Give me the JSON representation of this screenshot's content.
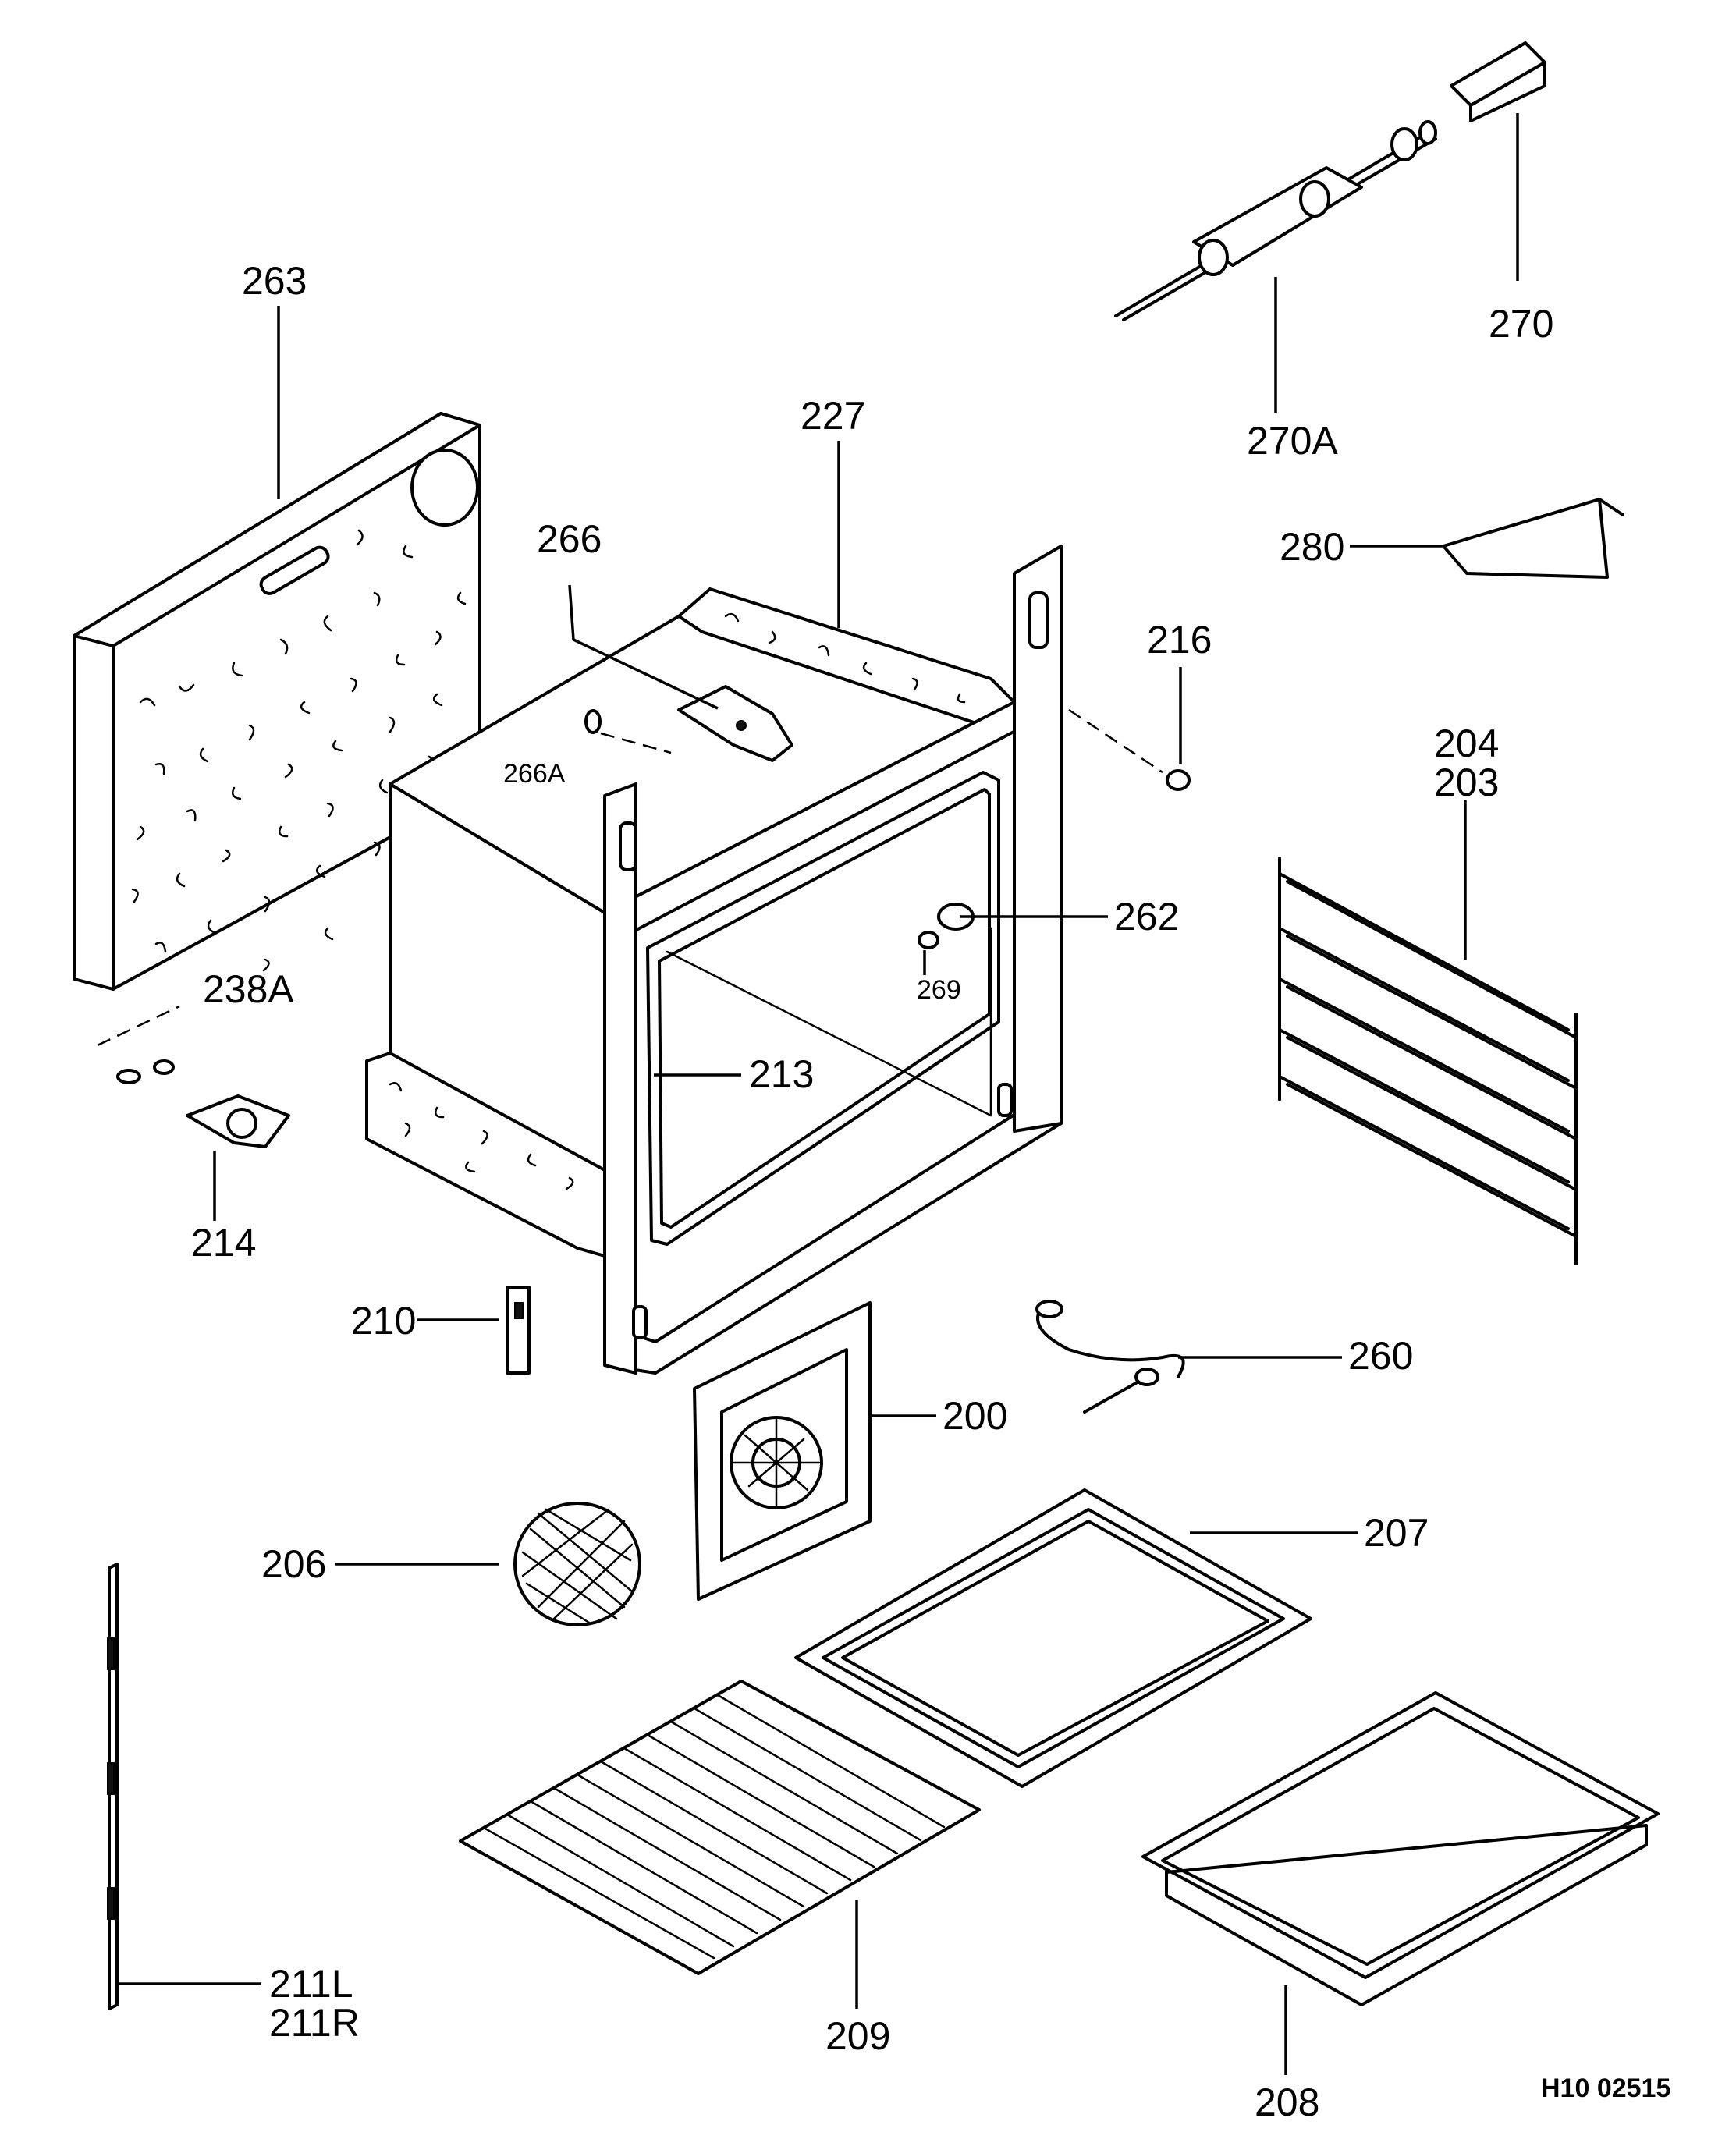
{
  "parts": [
    {
      "id": "p263",
      "number": "263"
    },
    {
      "id": "p227",
      "number": "227"
    },
    {
      "id": "p266",
      "number": "266"
    },
    {
      "id": "p266a",
      "number": "266A"
    },
    {
      "id": "p216",
      "number": "216"
    },
    {
      "id": "p262",
      "number": "262"
    },
    {
      "id": "p269",
      "number": "269"
    },
    {
      "id": "p213",
      "number": "213"
    },
    {
      "id": "p238a",
      "number": "238A"
    },
    {
      "id": "p214",
      "number": "214"
    },
    {
      "id": "p210",
      "number": "210"
    },
    {
      "id": "p270",
      "number": "270"
    },
    {
      "id": "p270a",
      "number": "270A"
    },
    {
      "id": "p280",
      "number": "280"
    },
    {
      "id": "p204",
      "number": "204"
    },
    {
      "id": "p203",
      "number": "203"
    },
    {
      "id": "p260",
      "number": "260"
    },
    {
      "id": "p200",
      "number": "200"
    },
    {
      "id": "p206",
      "number": "206"
    },
    {
      "id": "p207",
      "number": "207"
    },
    {
      "id": "p211l",
      "number": "211L"
    },
    {
      "id": "p211r",
      "number": "211R"
    },
    {
      "id": "p209",
      "number": "209"
    },
    {
      "id": "p208",
      "number": "208"
    }
  ],
  "drawing_code": "H10 02515"
}
